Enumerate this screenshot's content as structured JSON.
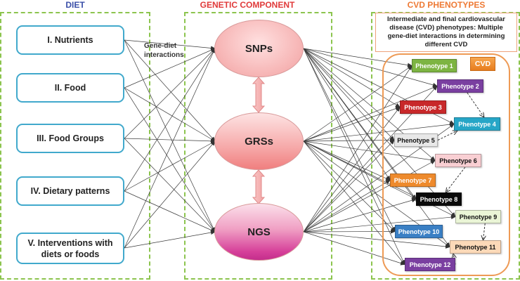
{
  "sections": {
    "diet": "DIET",
    "genetic": "GENETIC COMPONENT",
    "cvd": "CVD PHENOTYPES"
  },
  "diet_items": [
    {
      "id": "nutrients",
      "label": "I. Nutrients"
    },
    {
      "id": "food",
      "label": "II. Food"
    },
    {
      "id": "food-groups",
      "label": "III. Food Groups"
    },
    {
      "id": "dietary-patterns",
      "label": "IV. Dietary patterns"
    },
    {
      "id": "interventions",
      "label": "V. Interventions with diets or foods"
    }
  ],
  "interaction_label": "Gene-diet interactions",
  "genetic_nodes": [
    {
      "id": "snps",
      "label": "SNPs"
    },
    {
      "id": "grss",
      "label": "GRSs"
    },
    {
      "id": "ngs",
      "label": "NGS"
    }
  ],
  "cvd_description": "Intermediate and final cardiovascular disease (CVD) phenotypes: Multiple gene-diet interactions in determining different CVD",
  "cvd_badge": "CVD",
  "phenotypes": [
    {
      "label": "Phenotype 1",
      "color": "#7db442",
      "text_color": "#ffffff"
    },
    {
      "label": "Phenotype 2",
      "color": "#7a3fa0",
      "text_color": "#ffffff"
    },
    {
      "label": "Phenotype 3",
      "color": "#c8282a",
      "text_color": "#ffffff"
    },
    {
      "label": "Phenotype 4",
      "color": "#27a6c7",
      "text_color": "#ffffff"
    },
    {
      "label": "Phenotype 5",
      "color": "#e8e8e8",
      "text_color": "#111111"
    },
    {
      "label": "Phenotype 6",
      "color": "#f9cfd3",
      "text_color": "#111111"
    },
    {
      "label": "Phenotype 7",
      "color": "#ee8a2c",
      "text_color": "#ffffff"
    },
    {
      "label": "Phenotype 8",
      "color": "#0a0a0a",
      "text_color": "#ffffff"
    },
    {
      "label": "Phenotype 9",
      "color": "#eaf5d6",
      "text_color": "#111111"
    },
    {
      "label": "Phenotype 10",
      "color": "#3a7fc4",
      "text_color": "#ffffff"
    },
    {
      "label": "Phenotype 11",
      "color": "#fcd9b8",
      "text_color": "#111111"
    },
    {
      "label": "Phenotype 12",
      "color": "#7a3fa0",
      "text_color": "#ffffff"
    }
  ],
  "dashed_links": [
    {
      "from": "Phenotype 2",
      "to": "Phenotype 4"
    },
    {
      "from": "Phenotype 5",
      "to": "Phenotype 4"
    },
    {
      "from": "Phenotype 6",
      "to": "Phenotype 8"
    },
    {
      "from": "Phenotype 9",
      "to": "Phenotype 11"
    },
    {
      "from": "Phenotype 12",
      "to": "Phenotype 11"
    }
  ]
}
